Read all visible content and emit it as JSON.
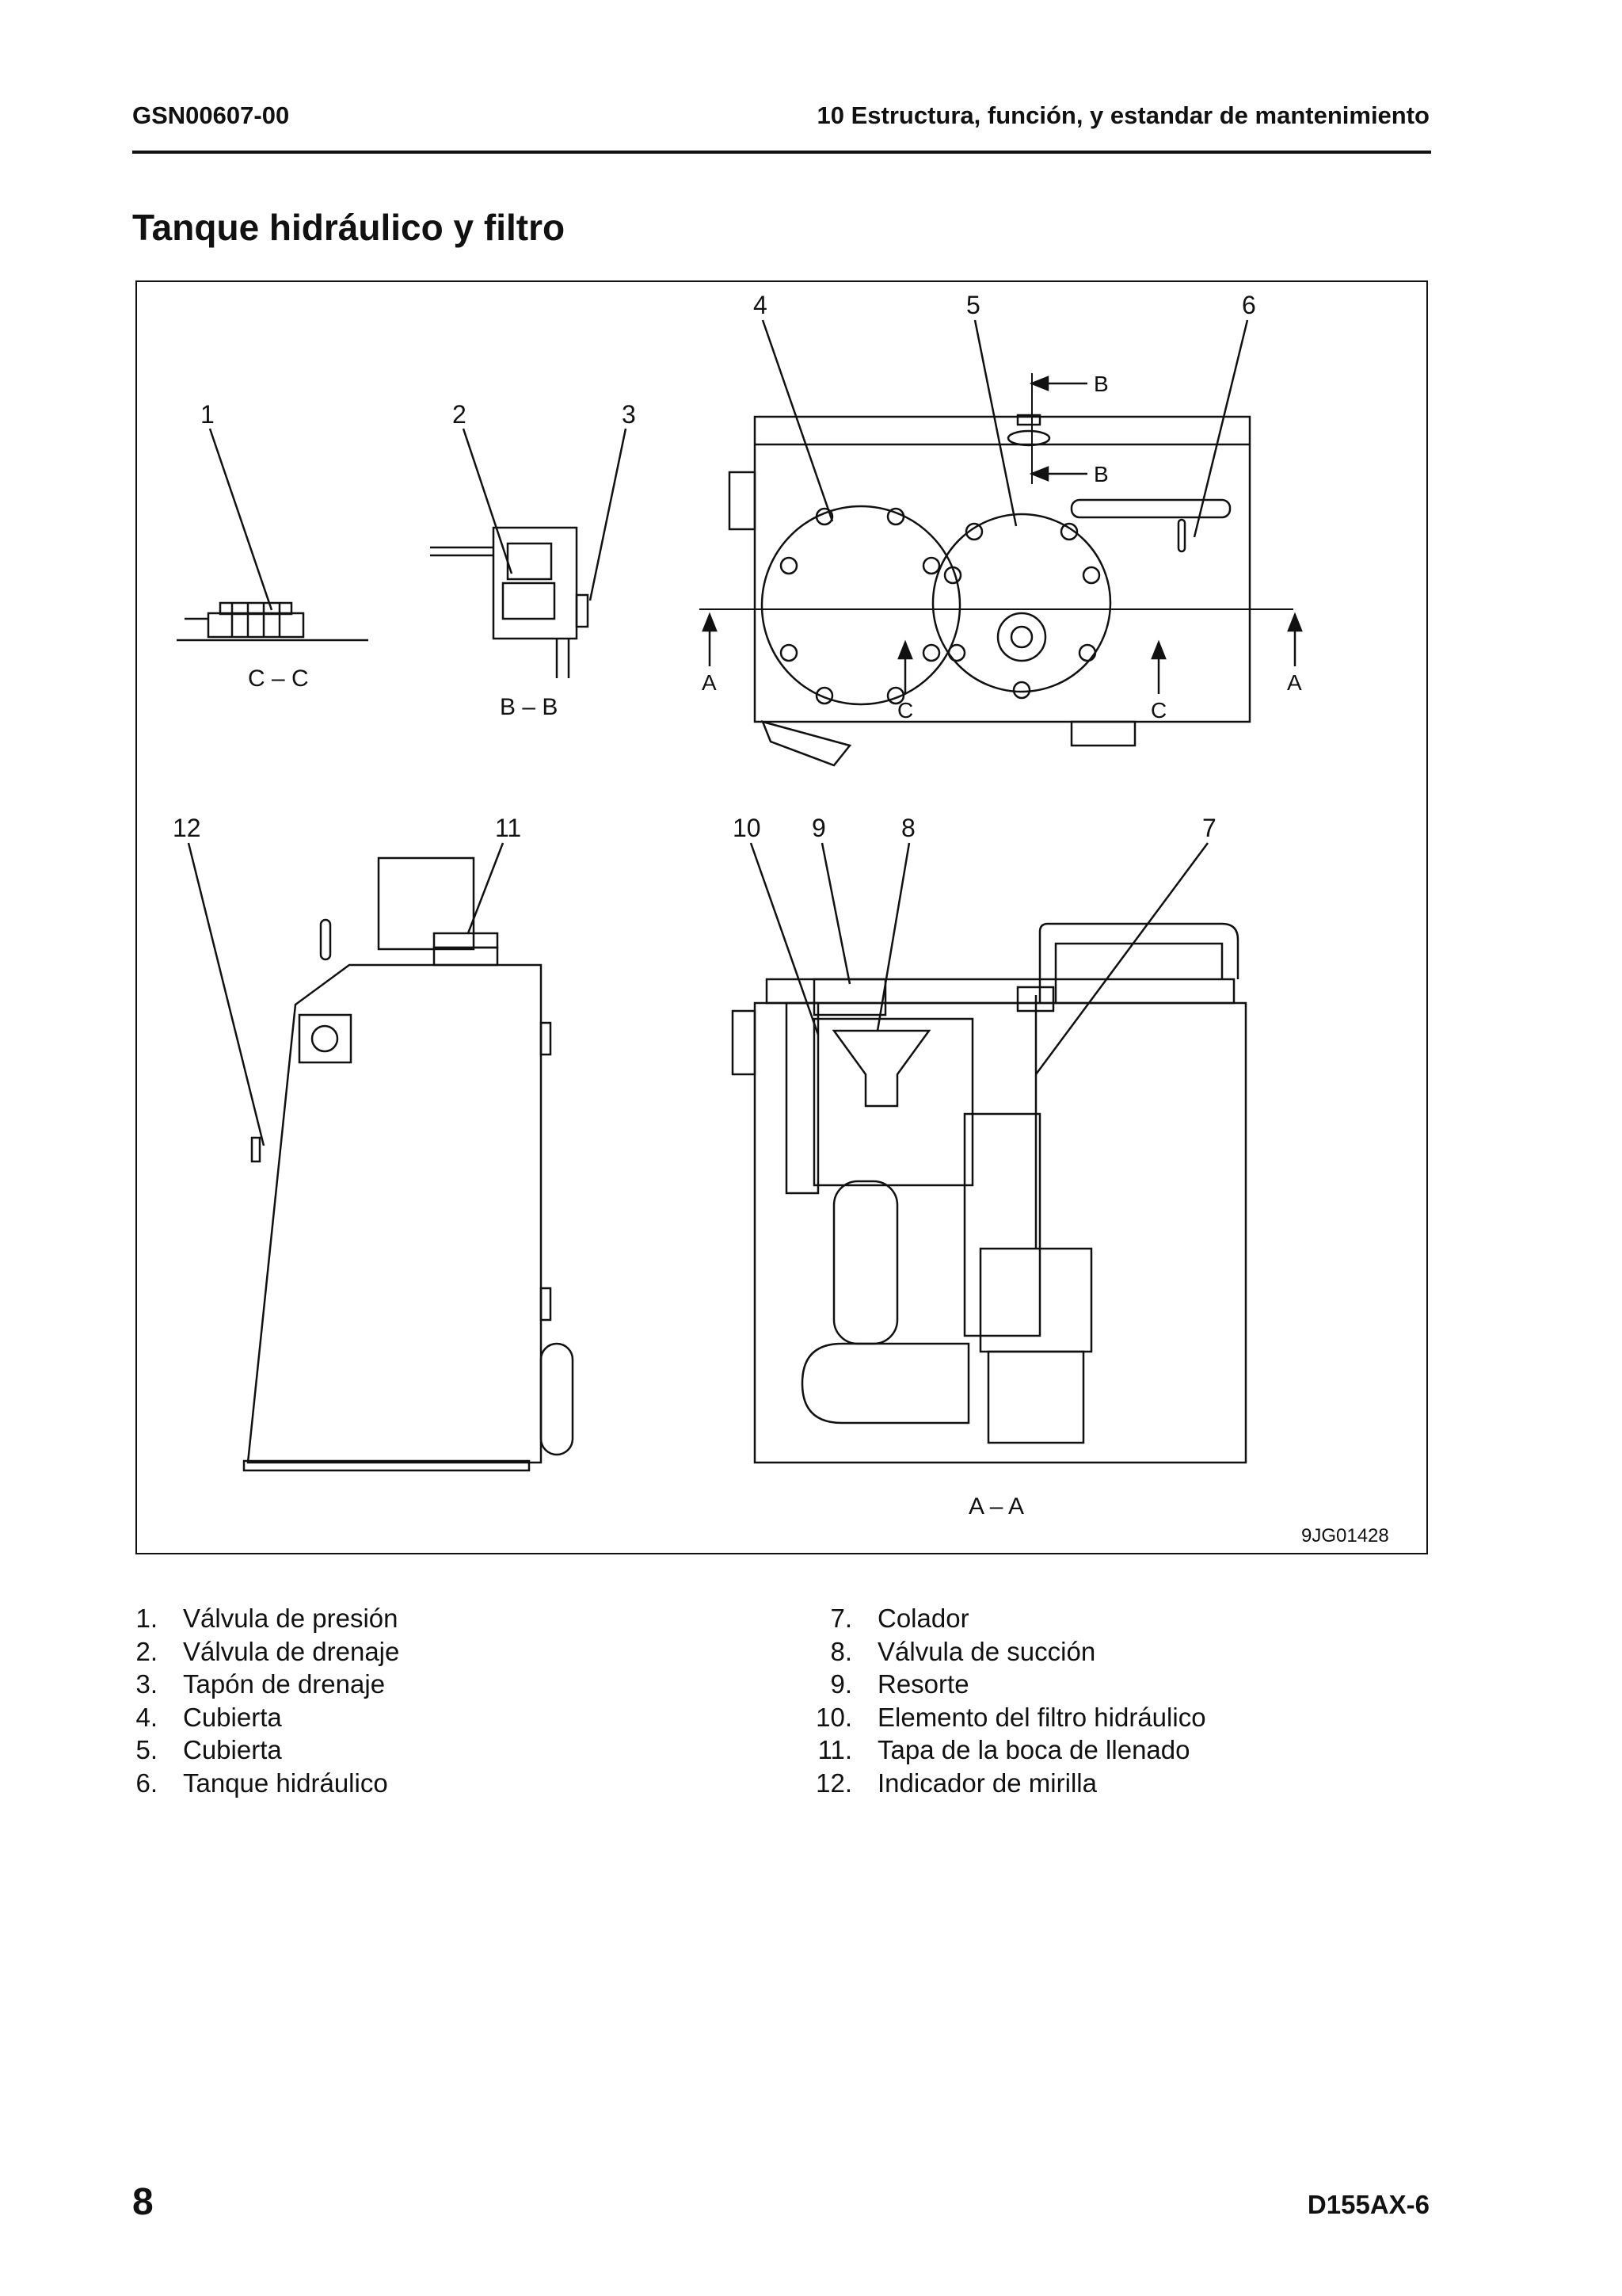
{
  "header": {
    "doc_code": "GSN00607-00",
    "section": "10 Estructura, función, y estandar de mantenimiento"
  },
  "page_title": "Tanque hidráulico y filtro",
  "figure": {
    "callouts": [
      "1",
      "2",
      "3",
      "4",
      "5",
      "6",
      "7",
      "8",
      "9",
      "10",
      "11",
      "12"
    ],
    "section_labels": {
      "cc": "C – C",
      "bb": "B – B",
      "aa": "A – A",
      "a": "A",
      "b": "B",
      "c": "C"
    },
    "figure_id": "9JG01428"
  },
  "legend": [
    {
      "num": "1.",
      "label": "Válvula de presión"
    },
    {
      "num": "2.",
      "label": "Válvula de drenaje"
    },
    {
      "num": "3.",
      "label": "Tapón de drenaje"
    },
    {
      "num": "4.",
      "label": "Cubierta"
    },
    {
      "num": "5.",
      "label": "Cubierta"
    },
    {
      "num": "6.",
      "label": "Tanque hidráulico"
    },
    {
      "num": "7.",
      "label": "Colador"
    },
    {
      "num": "8.",
      "label": "Válvula de succión"
    },
    {
      "num": "9.",
      "label": "Resorte"
    },
    {
      "num": "10.",
      "label": "Elemento del filtro hidráulico"
    },
    {
      "num": "11.",
      "label": "Tapa de la boca de llenado"
    },
    {
      "num": "12.",
      "label": "Indicador de mirilla"
    }
  ],
  "footer": {
    "page_number": "8",
    "model": "D155AX-6"
  }
}
